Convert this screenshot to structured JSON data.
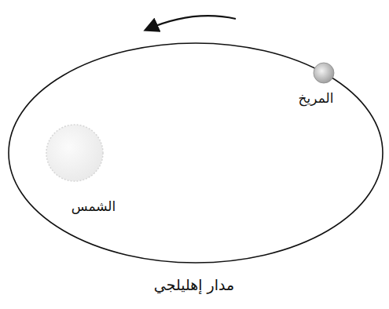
{
  "diagram": {
    "caption": "مدار إهليلجي",
    "nodes": [
      {
        "text": [
          "الشمس"
        ]
      },
      {
        "text": [
          "المريخ"
        ]
      }
    ]
  }
}
